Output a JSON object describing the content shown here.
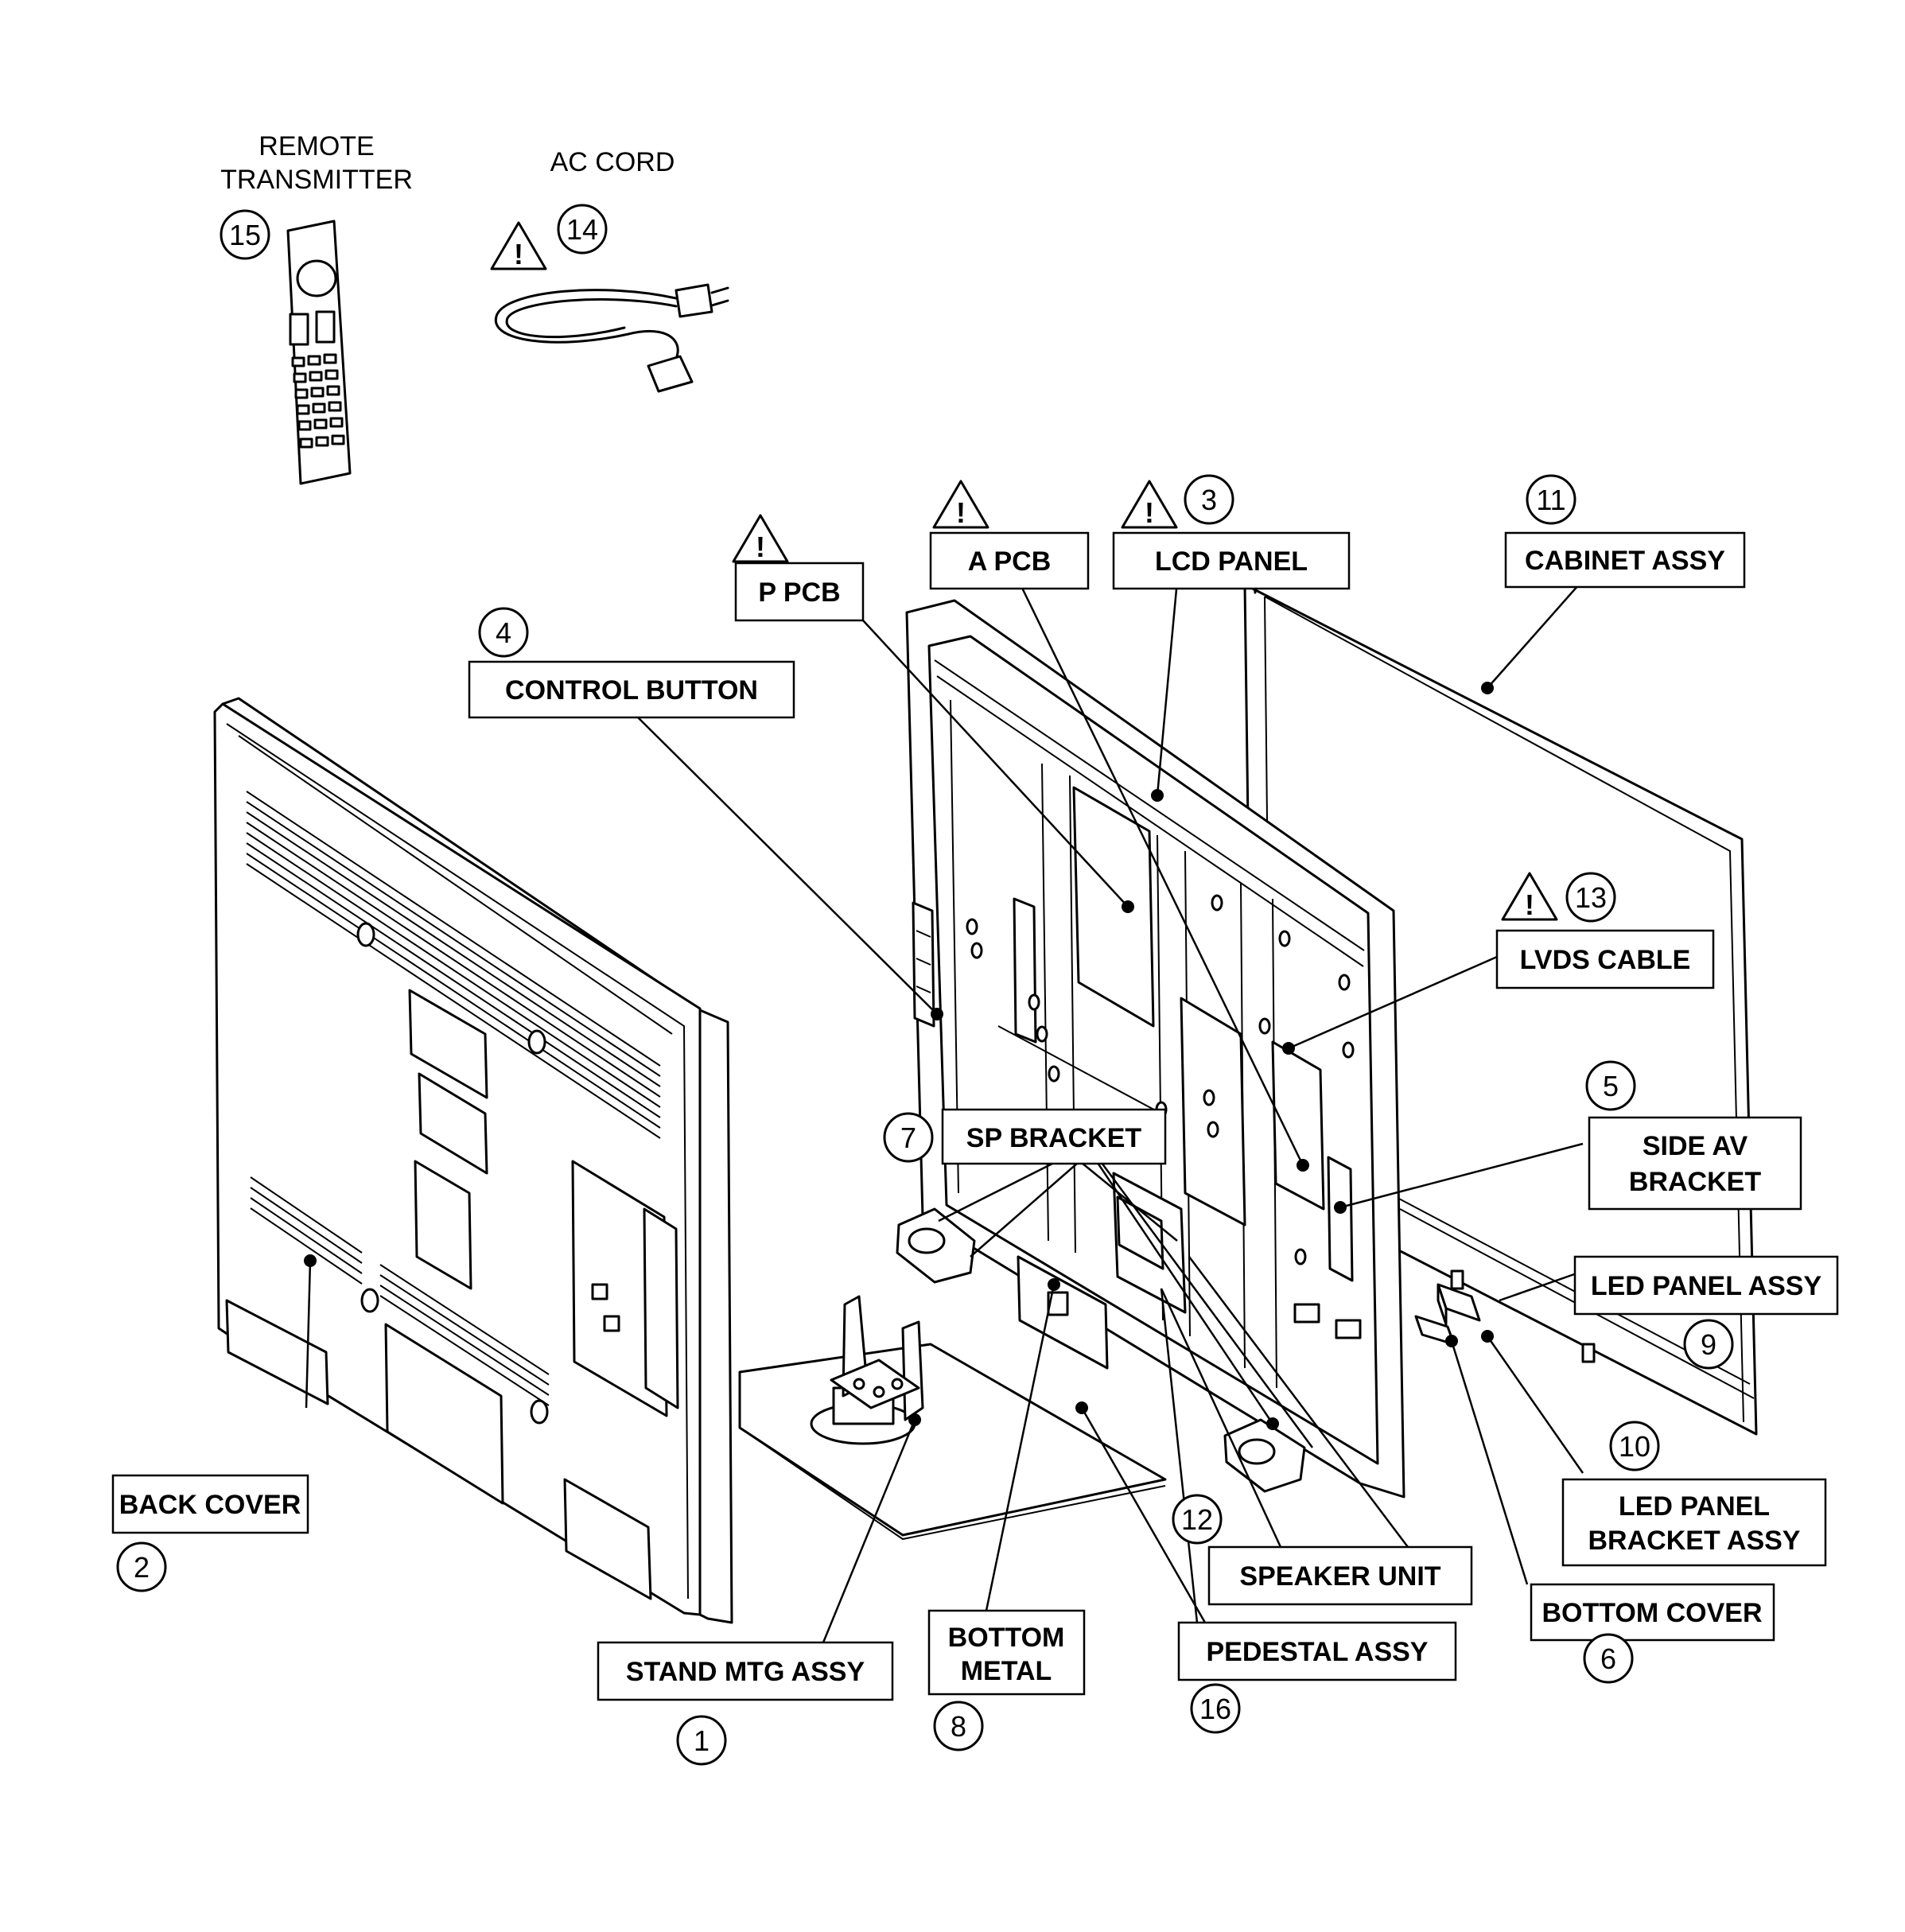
{
  "labels": {
    "remote_line1": "REMOTE",
    "remote_line2": "TRANSMITTER",
    "ac_cord": "AC CORD",
    "p_pcb": "P PCB",
    "a_pcb": "A PCB",
    "lcd_panel": "LCD PANEL",
    "cabinet_assy": "CABINET ASSY",
    "control_button": "CONTROL BUTTON",
    "lvds_cable": "LVDS CABLE",
    "sp_bracket": "SP BRACKET",
    "side_av_line1": "SIDE AV",
    "side_av_line2": "BRACKET",
    "led_panel_assy": "LED PANEL ASSY",
    "led_bracket_line1": "LED PANEL",
    "led_bracket_line2": "BRACKET ASSY",
    "back_cover": "BACK COVER",
    "speaker_unit": "SPEAKER UNIT",
    "bottom_cover": "BOTTOM COVER",
    "stand_mtg_assy": "STAND MTG ASSY",
    "bottom_metal_line1": "BOTTOM",
    "bottom_metal_line2": "METAL",
    "pedestal_assy": "PEDESTAL ASSY"
  },
  "numbers": {
    "stand_mtg_assy": "1",
    "back_cover": "2",
    "lcd_panel": "3",
    "control_button": "4",
    "side_av_bracket": "5",
    "bottom_cover": "6",
    "sp_bracket": "7",
    "bottom_metal": "8",
    "led_panel_assy": "9",
    "led_panel_bracket_assy": "10",
    "cabinet_assy": "11",
    "speaker_unit": "12",
    "lvds_cable": "13",
    "ac_cord": "14",
    "remote_transmitter": "15",
    "pedestal_assy": "16"
  },
  "icons": {
    "warning": "warning-triangle-icon",
    "warning_mark": "!"
  }
}
